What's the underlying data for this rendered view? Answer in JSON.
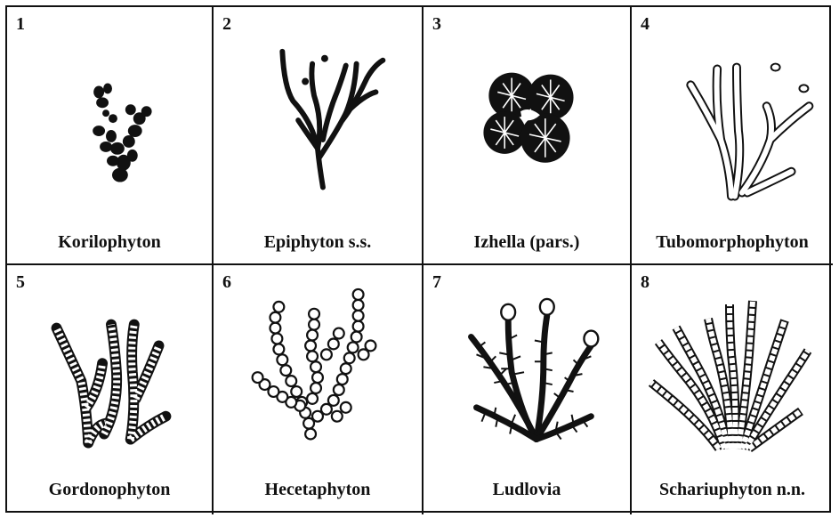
{
  "panels": [
    {
      "number": "1",
      "name": "Korilophyton"
    },
    {
      "number": "2",
      "name": "Epiphyton s.s."
    },
    {
      "number": "3",
      "name": "Izhella (pars.)"
    },
    {
      "number": "4",
      "name": "Tubomorphophyton"
    },
    {
      "number": "5",
      "name": "Gordonophyton"
    },
    {
      "number": "6",
      "name": "Hecetaphyton"
    },
    {
      "number": "7",
      "name": "Ludlovia"
    },
    {
      "number": "8",
      "name": "Schariuphyton n.n."
    }
  ]
}
